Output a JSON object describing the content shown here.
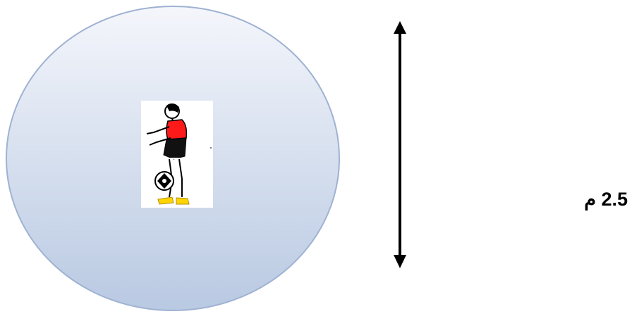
{
  "distance_label": {
    "value": "2.5",
    "unit": "م"
  },
  "colors": {
    "circle_fill_top": "#f4f6fb",
    "circle_fill_bottom": "#b9c9e2",
    "circle_stroke": "#9fb2d2",
    "arrow": "#000000",
    "shirt": "#ff1a1a",
    "shorts": "#111111",
    "shoes": "#ffd400"
  },
  "icons": {
    "figure": "player-with-ball-icon",
    "arrow": "double-headed-vertical-arrow"
  }
}
